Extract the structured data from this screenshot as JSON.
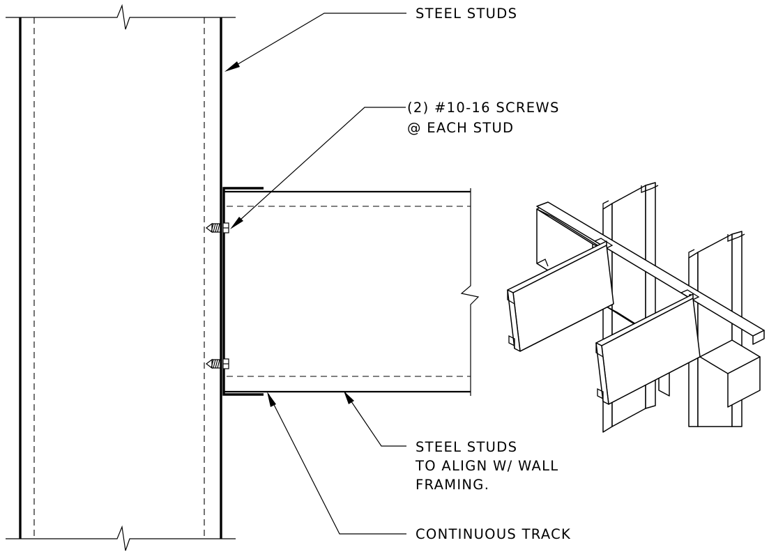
{
  "labels": {
    "steel_studs": "STEEL STUDS",
    "screws_line1": "(2) #10-16 SCREWS",
    "screws_line2": "@ EACH STUD",
    "align_line1": "STEEL STUDS",
    "align_line2": "TO ALIGN W/ WALL",
    "align_line3": "FRAMING.",
    "track": "CONTINUOUS TRACK"
  },
  "colors": {
    "line": "#000000",
    "background": "#ffffff"
  }
}
